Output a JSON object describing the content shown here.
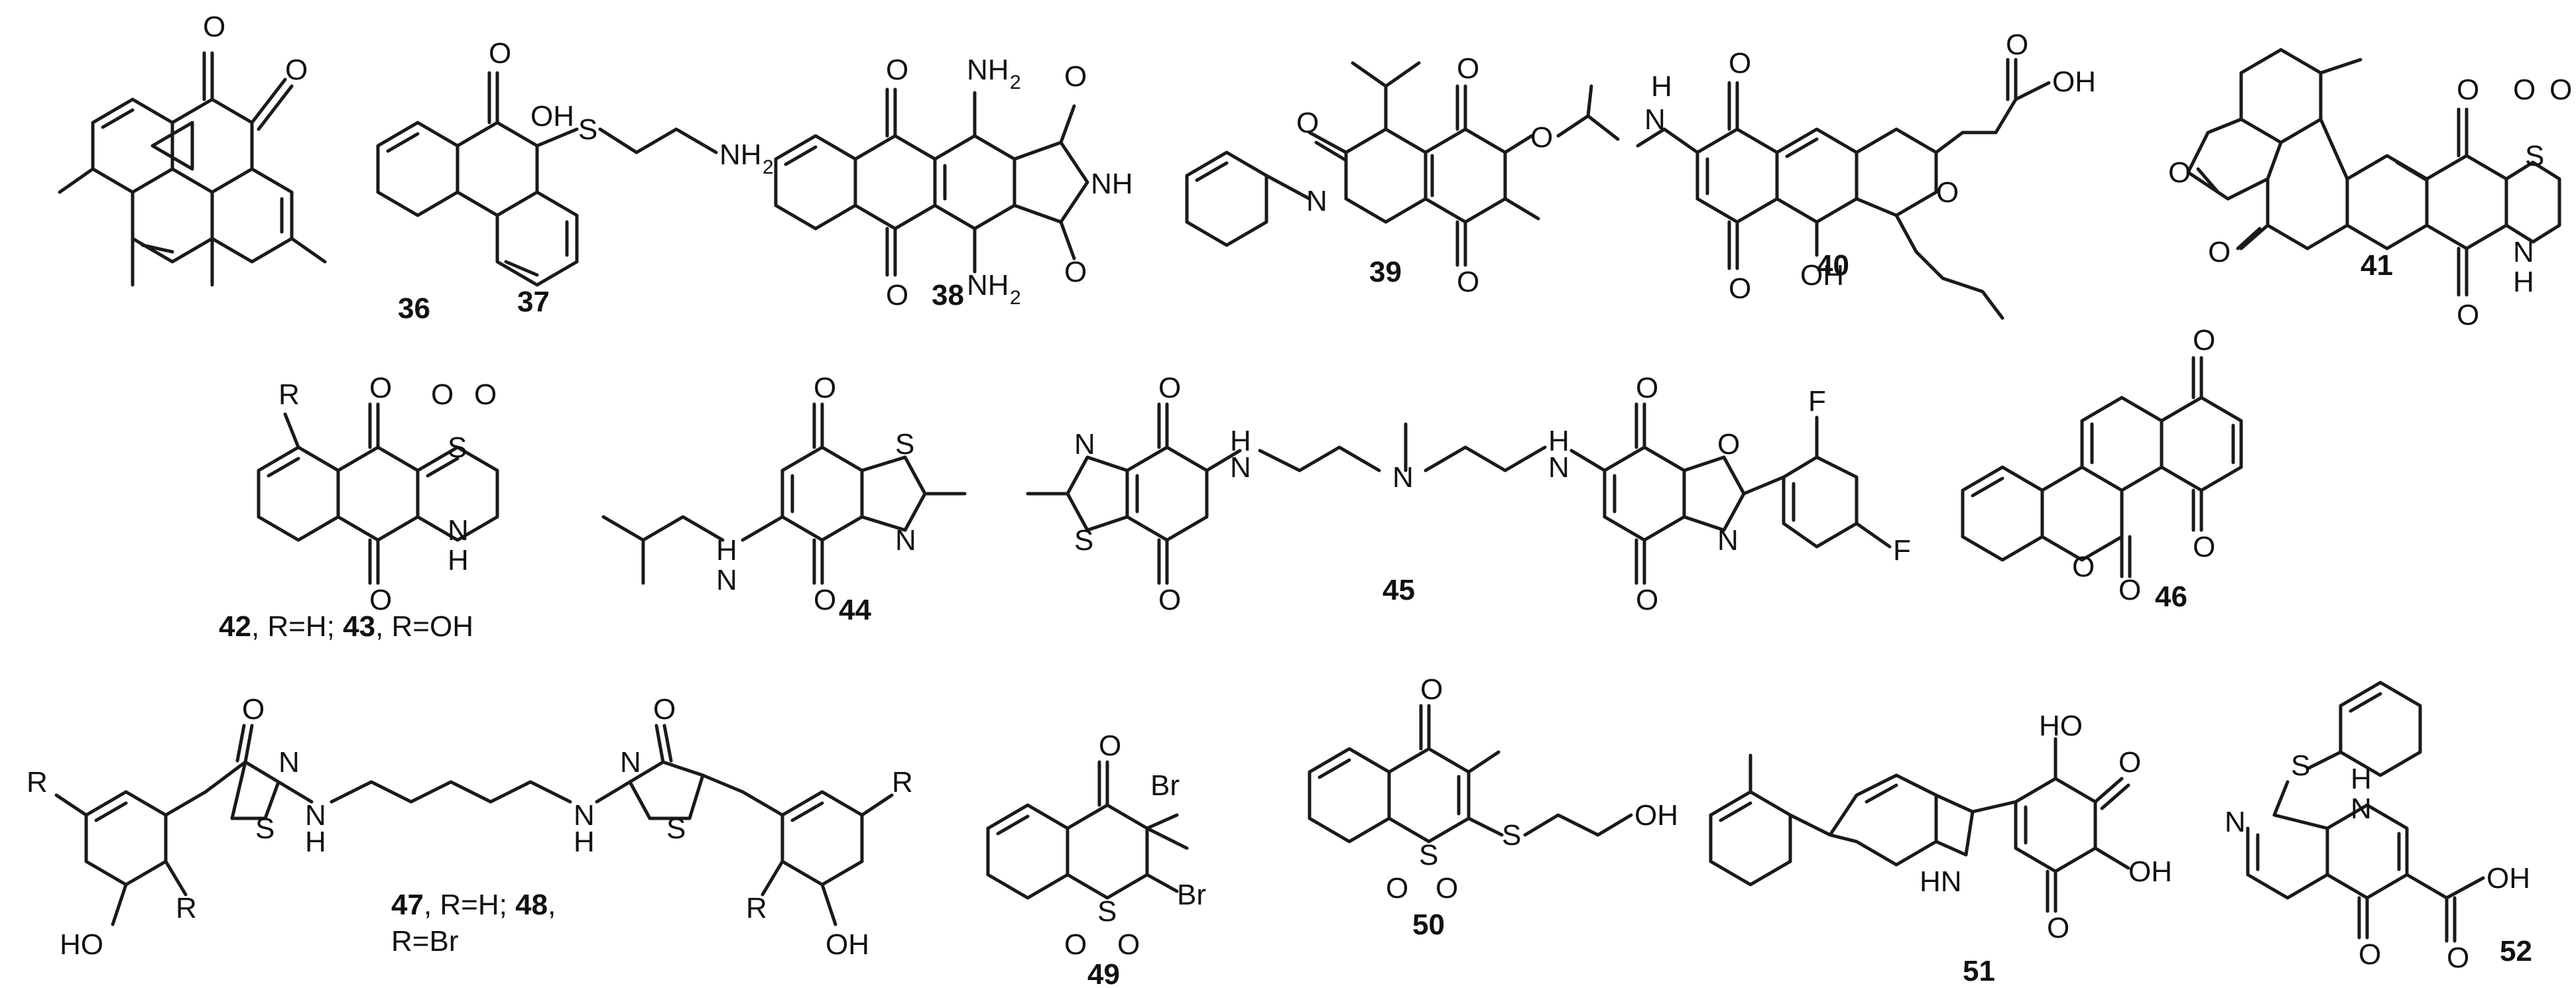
{
  "atoms": {
    "O": "O",
    "N": "N",
    "S": "S",
    "H": "H",
    "F": "F",
    "Br": "Br",
    "OH": "OH",
    "HO": "HO",
    "NH": "NH",
    "HN": "HN",
    "NH2_main": "NH",
    "sub2": "2",
    "R": "R"
  },
  "compounds": {
    "c36": "36",
    "c37": "37",
    "c38": "38",
    "c39": "39",
    "c40": "40",
    "c41": "41",
    "c42_43": {
      "n1": "42",
      "t1": ", R=H; ",
      "n2": "43",
      "t2": ", R=OH"
    },
    "c44": "44",
    "c45": "45",
    "c46": "46",
    "c47_48": {
      "n1": "47",
      "t1": ", R=H; ",
      "n2": "48",
      "t2": ",",
      "t3": "R=Br"
    },
    "c49": "49",
    "c50": "50",
    "c51": "51",
    "c52": "52"
  }
}
